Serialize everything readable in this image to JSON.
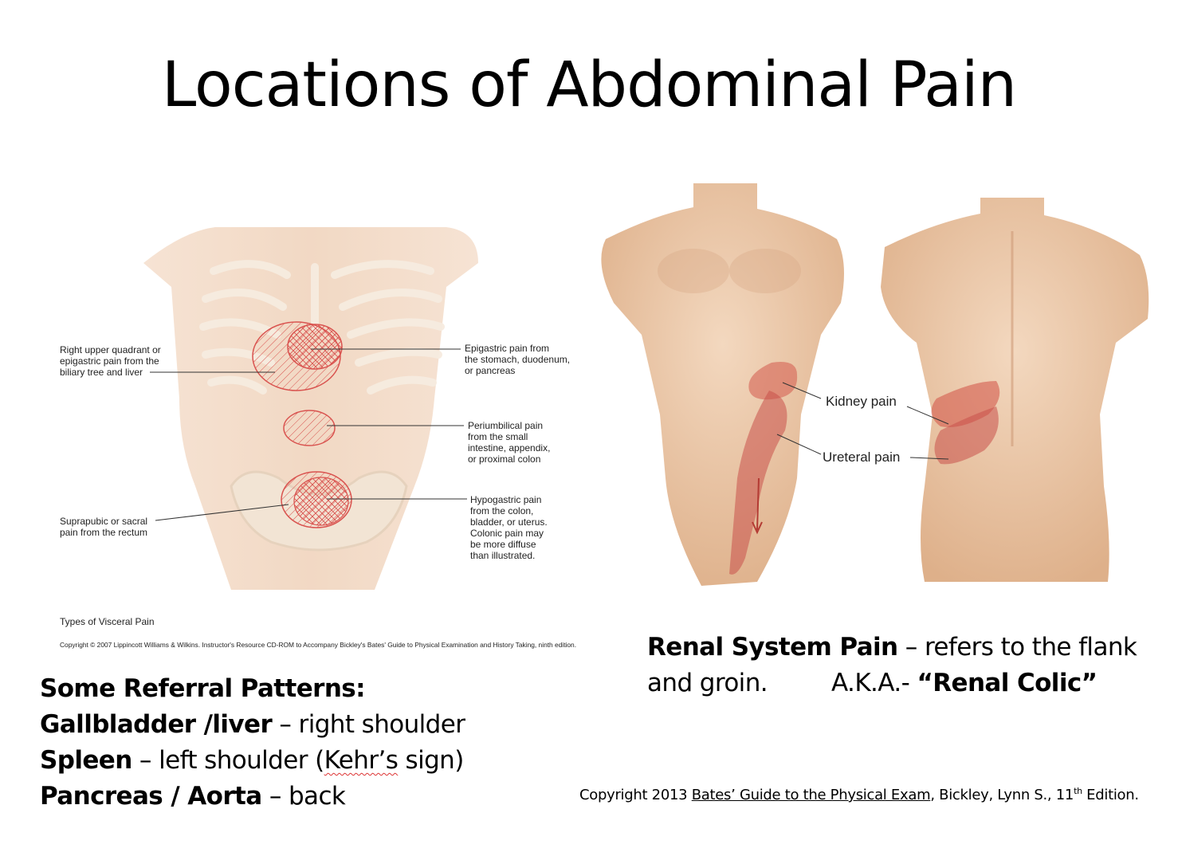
{
  "slide": {
    "title": "Locations of Abdominal Pain"
  },
  "left_figure": {
    "labels": {
      "ruq": [
        "Right upper quadrant or",
        "epigastric pain from the",
        "biliary tree and liver"
      ],
      "epigastric": [
        "Epigastric pain from",
        "the stomach, duodenum,",
        "or pancreas"
      ],
      "periumbilical": [
        "Periumbilical pain",
        "from the small",
        "intestine, appendix,",
        "or proximal colon"
      ],
      "suprapubic": [
        "Suprapubic or sacral",
        "pain from the rectum"
      ],
      "hypogastric": [
        "Hypogastric pain",
        "from the colon,",
        "bladder, or uterus.",
        "Colonic pain may",
        "be more diffuse",
        "than illustrated."
      ]
    },
    "caption": "Types of Visceral Pain",
    "copyright": "Copyright © 2007 Lippincott Williams & Wilkins. Instructor's Resource CD-ROM to Accompany Bickley's Bates' Guide to Physical Examination and History Taking, ninth edition."
  },
  "right_figure": {
    "labels": {
      "kidney": "Kidney pain",
      "ureteral": "Ureteral pain"
    }
  },
  "referral": {
    "heading": "Some Referral Patterns:",
    "lines": [
      {
        "bold": "Gallbladder /liver",
        "rest": " – right shoulder"
      },
      {
        "bold": "Spleen",
        "rest_before": " – left shoulder (",
        "squiggle": "Kehr’s",
        "rest_after": " sign)"
      },
      {
        "bold": "Pancreas / Aorta",
        "rest": " – back"
      }
    ]
  },
  "renal": {
    "bold": "Renal System Pain",
    "line1_rest": " – refers to the flank",
    "line2": "and groin.",
    "aka_label": "A.K.A.- ",
    "aka_bold": "“Renal Colic”"
  },
  "footer": {
    "prefix": "Copyright 2013 ",
    "book": "Bates’ Guide to the Physical Exam",
    "authors": ", Bickley, Lynn S., 11",
    "sup": "th",
    "edition": " Edition."
  },
  "colors": {
    "skin": "#e8c4a4",
    "pain_red": "#d9534f",
    "renal_pain": "#c8504a"
  }
}
